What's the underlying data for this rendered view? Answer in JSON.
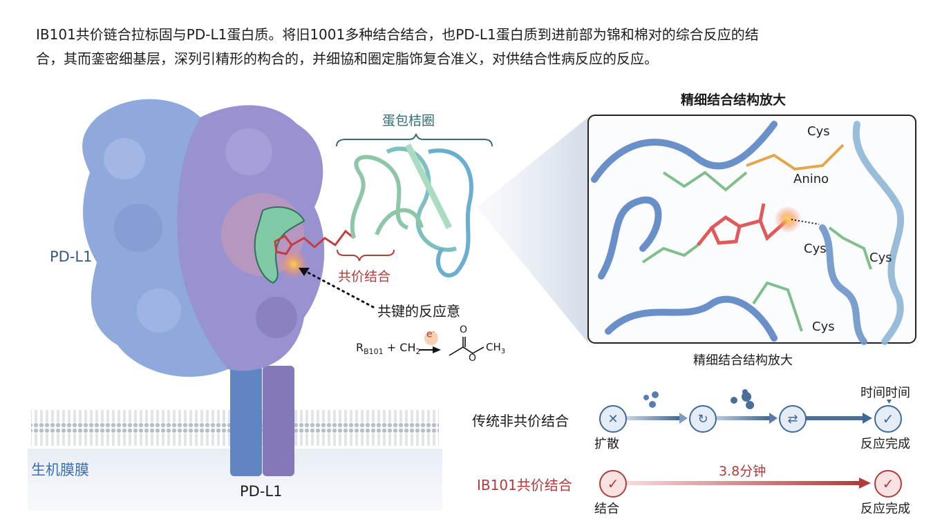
{
  "intro": {
    "line1": "IB101共价链合拉标固与PD-L1蛋白质。将旧1001多种结合结合，也PD-L1蛋白质到进前部为锦和棉对的综合反应的结",
    "line2": "合，其而銮密细基层，深列引精形的构合的，并细協和圈定脂饰复合准义，对供结合性病反应的反应。"
  },
  "left_panel": {
    "protein_label": "PD-L1",
    "stalk_label": "PD-L1",
    "membrane_label": "生机膜膜",
    "loop_label": "蛋包桔圈",
    "covalent_label": "共价结合",
    "reaction_label": "共键的反应意",
    "formula": {
      "reactant1": "R",
      "reactant1_sub": "B101",
      "plus": "+",
      "reactant2": "CH",
      "reactant2_sub": "2",
      "electron": "e",
      "electron_sup": "-",
      "product_o_top": "O",
      "product_o_mid": "O",
      "product_ch3": "CH",
      "product_ch3_sub": "3"
    }
  },
  "zoom_panel": {
    "title": "精细结合结构放大",
    "caption": "精细结合结构放大",
    "residues": [
      "Cys",
      "Anino",
      "Cys",
      "Cys",
      "Cys"
    ]
  },
  "comparison": {
    "traditional": {
      "label": "传统非共价结合",
      "start_caption": "扩散",
      "time_label": "时间时间",
      "end_caption": "反应完成"
    },
    "covalent": {
      "label": "IB101共价结合",
      "start_caption": "结合",
      "duration": "3.8分钟",
      "end_caption": "反应完成"
    }
  },
  "colors": {
    "blue": "#3f6797",
    "red": "#b23a3a",
    "teal": "#2f6f73",
    "protein_blue": "#7f9fd3",
    "protein_purple": "#8c80c0"
  }
}
